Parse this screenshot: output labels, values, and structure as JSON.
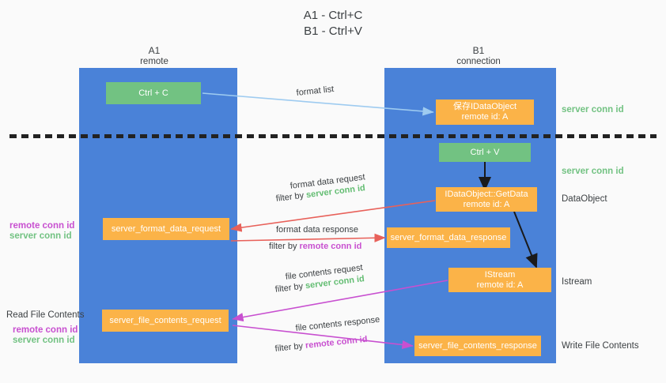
{
  "title": {
    "line1": "A1 - Ctrl+C",
    "line2": "B1 - Ctrl+V"
  },
  "columns": [
    {
      "name": "A1",
      "sub": "remote"
    },
    {
      "name": "B1",
      "sub": "connection"
    }
  ],
  "boxes": {
    "ctrl_c": "Ctrl + C",
    "ctrl_v": "Ctrl + V",
    "idataobject_line1": "保存IDataObject",
    "idataobject_line2": "remote id: A",
    "getdata_line1": "IDataObject::GetData",
    "getdata_line2": "remote id: A",
    "istream_line1": "IStream",
    "istream_line2": "remote id: A",
    "server_format_data_request": "server_format_data_request",
    "server_format_data_response": "server_format_data_response",
    "server_file_contents_request": "server_file_contents_request",
    "server_file_contents_response": "server_file_contents_response"
  },
  "right_labels": {
    "server_conn_id_top": "server conn id",
    "server_conn_id_mid": "server conn id",
    "dataobject": "DataObject",
    "istream": "Istream",
    "write_file_contents": "Write File Contents"
  },
  "left_labels": {
    "remote_conn_id_1": "remote conn id",
    "server_conn_id_1": "server conn id",
    "read_file_contents": "Read File Contents",
    "remote_conn_id_2": "remote conn id",
    "server_conn_id_2": "server conn id"
  },
  "edges": {
    "format_list": "format list",
    "format_data_request": "format data request",
    "filter_by_1_prefix": "filter by ",
    "filter_by_1_value": "server conn id",
    "format_data_response": "format data response",
    "filter_by_2_prefix": "filter by ",
    "filter_by_2_value": "remote conn id",
    "file_contents_request": "file contents request",
    "filter_by_3_prefix": "filter by ",
    "filter_by_3_value": "server conn id",
    "file_contents_response": "file contents response",
    "filter_by_4_prefix": "filter by ",
    "filter_by_4_value": "remote conn id"
  },
  "colors": {
    "lane": "#4a82d8",
    "green_box": "#72c282",
    "orange_box": "#fbb348",
    "red_arrow": "#e8615a",
    "magenta_arrow": "#c850d0",
    "light_blue_arrow": "#9ecbf0",
    "black_arrow": "#1a1a1a"
  }
}
